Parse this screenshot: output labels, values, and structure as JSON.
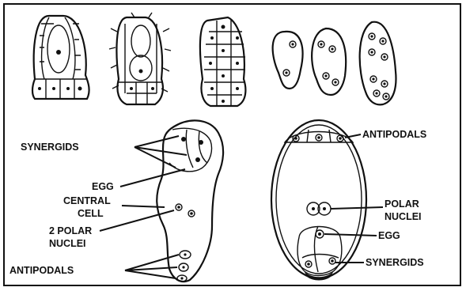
{
  "diagram": {
    "left_labels": {
      "synergids": "SYNERGIDS",
      "egg": "EGG",
      "central_cell_line1": "CENTRAL",
      "central_cell_line2": "CELL",
      "polar_nuclei_line1": "2 POLAR",
      "polar_nuclei_line2": "NUCLEI",
      "antipodals": "ANTIPODALS"
    },
    "right_labels": {
      "antipodals": "ANTIPODALS",
      "polar_nuclei_line1": "POLAR",
      "polar_nuclei_line2": "NUCLEI",
      "egg": "EGG",
      "synergids": "SYNERGIDS"
    }
  }
}
